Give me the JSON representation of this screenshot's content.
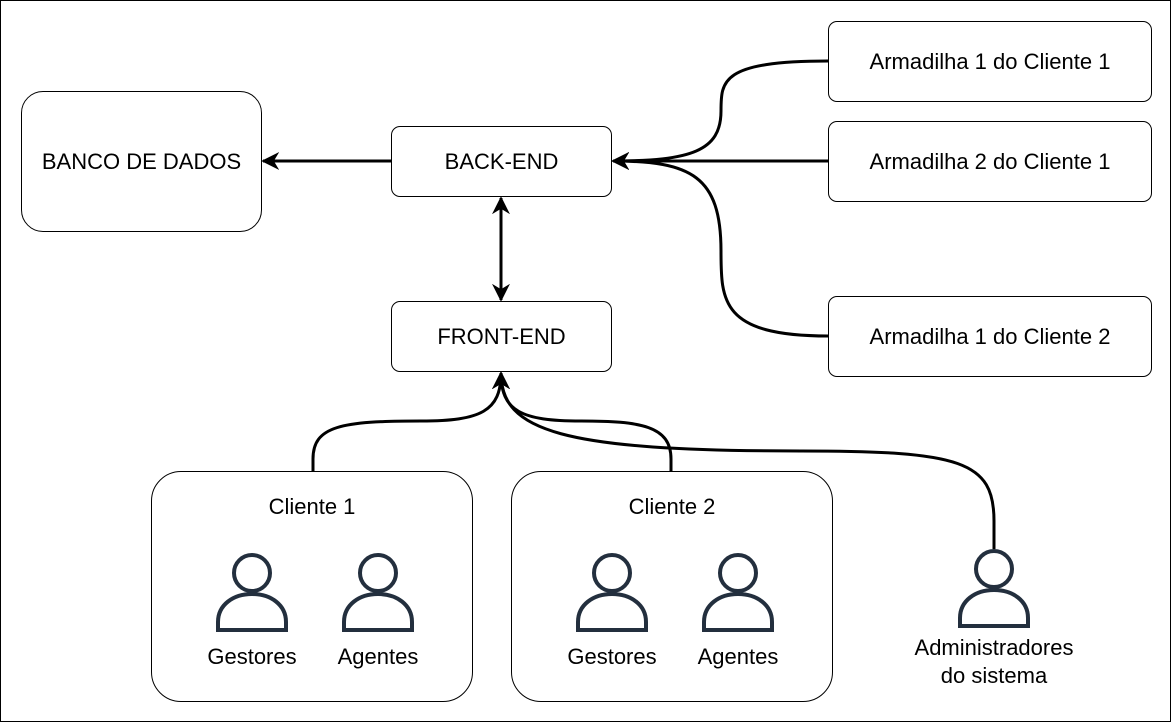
{
  "nodes": {
    "database": "BANCO DE DADOS",
    "backend": "BACK-END",
    "frontend": "FRONT-END",
    "trap1": "Armadilha 1 do Cliente 1",
    "trap2": "Armadilha 2 do Cliente 1",
    "trap3": "Armadilha 1 do Cliente 2"
  },
  "clients": [
    {
      "title": "Cliente 1",
      "roles": [
        "Gestores",
        "Agentes"
      ]
    },
    {
      "title": "Cliente 2",
      "roles": [
        "Gestores",
        "Agentes"
      ]
    }
  ],
  "admin": {
    "line1": "Administradores",
    "line2": "do sistema"
  },
  "icons": {
    "person": "person-icon"
  },
  "colors": {
    "line": "#000000",
    "person_stroke": "#232f3e",
    "background": "#ffffff"
  }
}
